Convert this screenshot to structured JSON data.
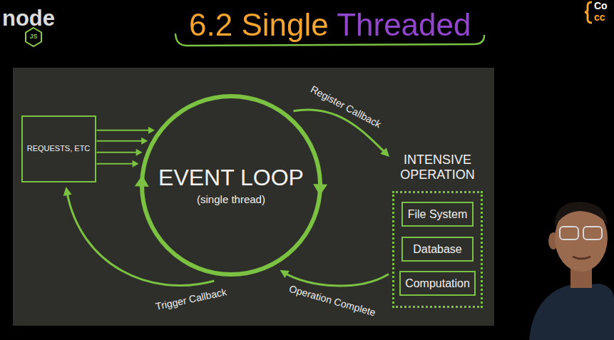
{
  "diagram": {
    "title": "6.2 Single Threaded",
    "nodes": [
      {
        "text": [
          "REQUESTS, ETC"
        ]
      },
      {
        "text": [
          "EVENT LOOP",
          "(single thread)"
        ]
      },
      {
        "text": [
          "INTENSIVE OPERATION"
        ]
      },
      {
        "text": [
          "File System"
        ],
        "in": 2
      },
      {
        "text": [
          "Database"
        ],
        "in": 2
      },
      {
        "text": [
          "Computation"
        ],
        "in": 2
      }
    ],
    "edges": [
      {
        "from": 0,
        "to": 1,
        "arrow": "to"
      },
      {
        "from": 0,
        "to": 1,
        "arrow": "to"
      },
      {
        "from": 0,
        "to": 1,
        "arrow": "to"
      },
      {
        "from": 0,
        "to": 1,
        "arrow": "to"
      },
      {
        "from": 1,
        "to": 2,
        "label": "Register Callback",
        "arrow": "to"
      },
      {
        "from": 2,
        "to": 1,
        "label": "Operation Complete",
        "arrow": "to"
      },
      {
        "from": 1,
        "to": 0,
        "label": "Trigger Callback",
        "arrow": "to"
      }
    ],
    "labels": [
      "node",
      "JS",
      "Co",
      "cc"
    ]
  }
}
